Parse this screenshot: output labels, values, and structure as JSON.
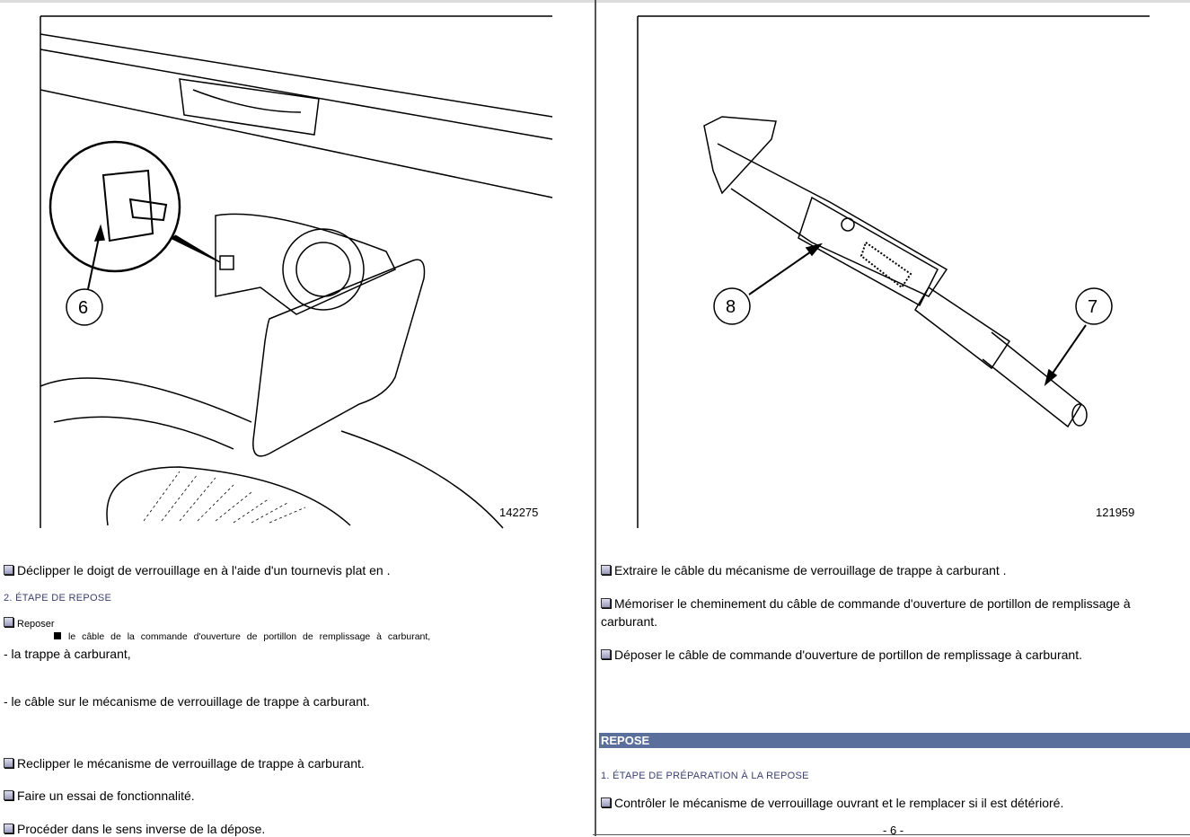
{
  "figures": [
    {
      "ref": "142275",
      "callouts": [
        "6"
      ]
    },
    {
      "ref": "121959",
      "callouts": [
        "8",
        "7"
      ]
    }
  ],
  "left": {
    "step1": "Déclipper le doigt de verrouillage en à l'aide d'un tournevis plat en .",
    "heading": "2. ÉTAPE DE REPOSE",
    "reposer": "Reposer",
    "sub1": "le câble de la commande d'ouverture de portillon de remplissage à carburant,",
    "dash1": "- la trappe à carburant,",
    "dash2": "- le câble sur le mécanisme de verrouillage de trappe à carburant.",
    "step2": "Reclipper le mécanisme de verrouillage de trappe à carburant.",
    "step3": "Faire un essai de fonctionnalité.",
    "step4": "Procéder dans le sens inverse de la dépose."
  },
  "right": {
    "step1": "Extraire le câble du mécanisme de verrouillage de trappe à carburant .",
    "step2a": "Mémoriser le cheminement du câble de commande d'ouverture de portillon de remplissage à",
    "step2b": "carburant.",
    "step3": "Déposer le câble de commande d'ouverture de portillon de remplissage à carburant.",
    "banner": "REPOSE",
    "heading": "1. ÉTAPE DE PRÉPARATION À LA REPOSE",
    "step4": "Contrôler le mécanisme de verrouillage ouvrant et le remplacer si il est détérioré."
  },
  "page_number": "- 6 -"
}
